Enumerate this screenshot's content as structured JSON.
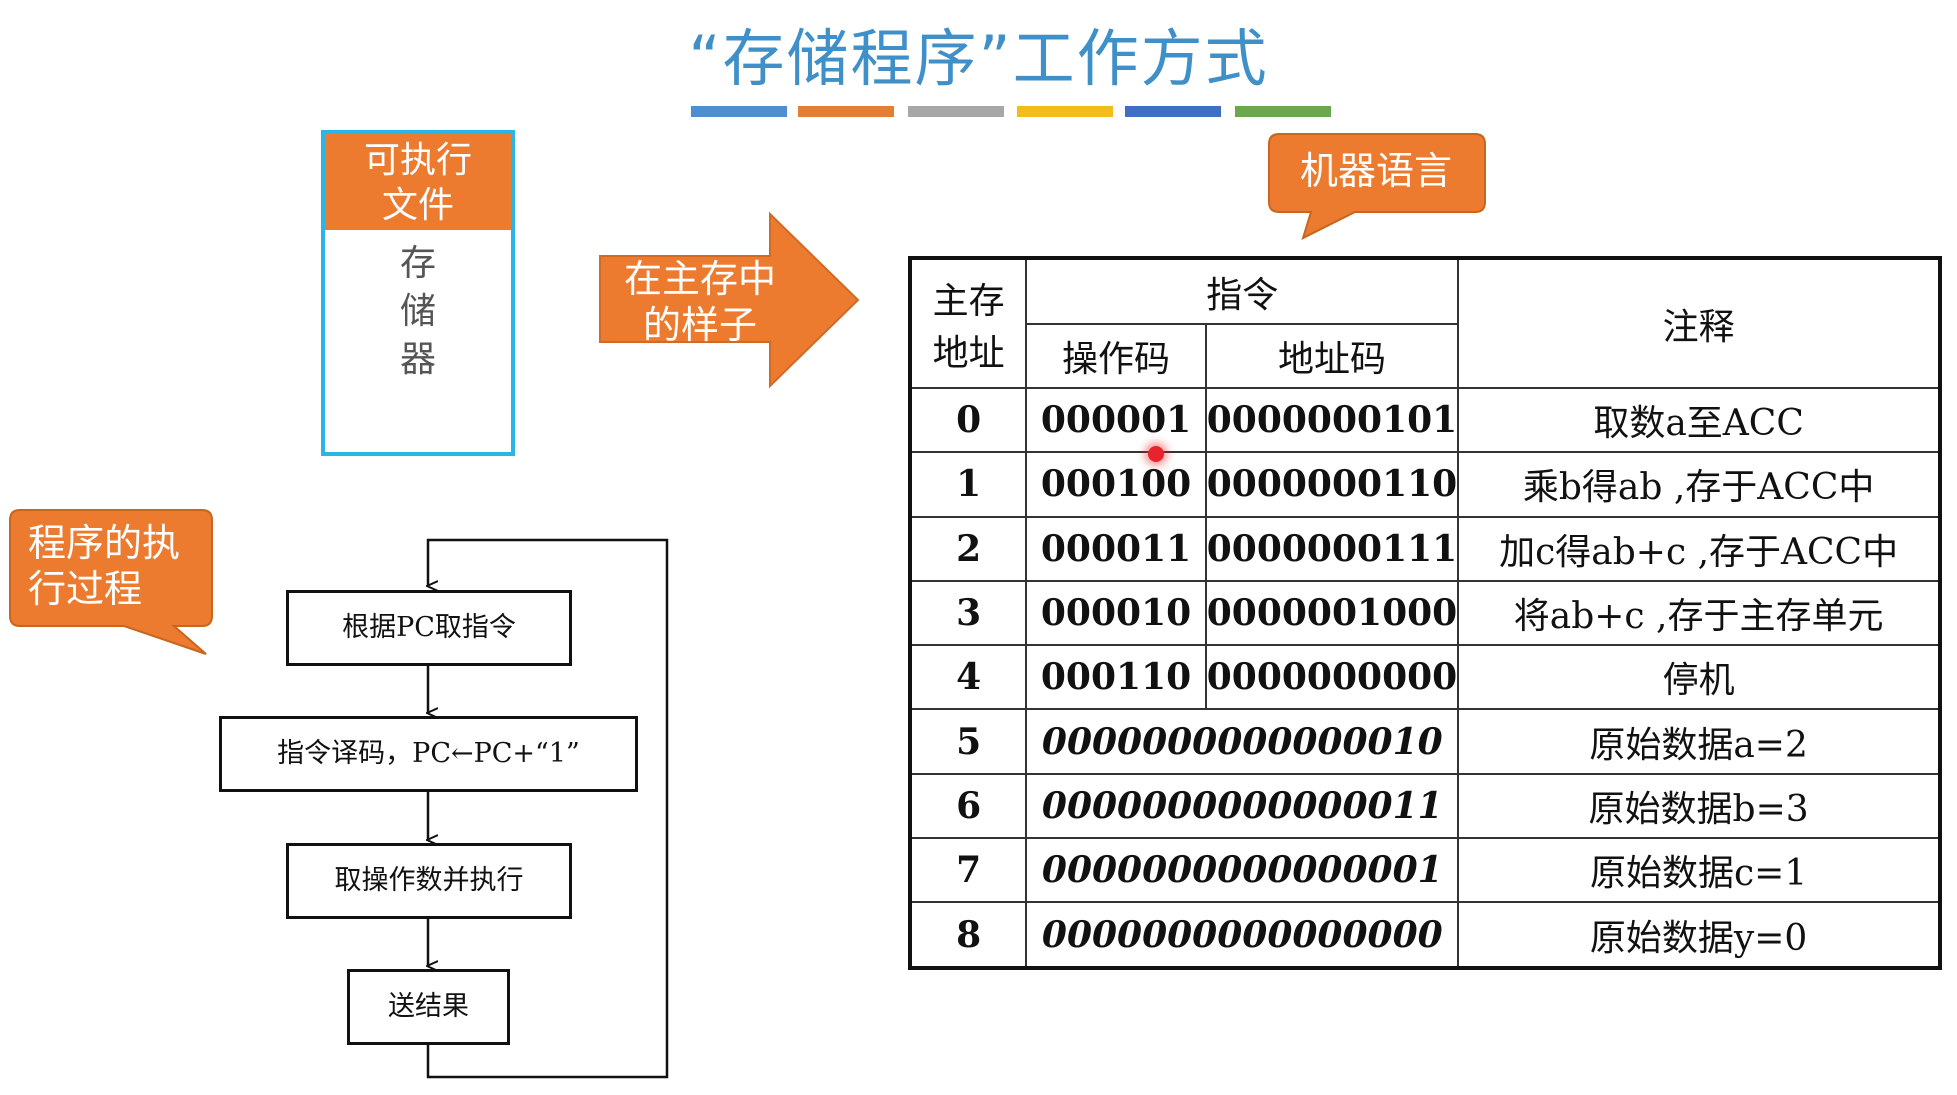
{
  "title": "“存储程序”工作方式",
  "color_bars": [
    "#4f8fd0",
    "#e57d34",
    "#a7a7a7",
    "#f2bd1a",
    "#3e6fc4",
    "#6aa84f"
  ],
  "memory": {
    "header_line1": "可执行",
    "header_line2": "文件",
    "chars": [
      "存",
      "储",
      "器"
    ]
  },
  "arrow_label_line1": "在主存中",
  "arrow_label_line2": "的样子",
  "callout_machine_language": "机器语言",
  "callout_process_line1": "程序的执",
  "callout_process_line2": "行过程",
  "flowchart": {
    "step1": "根据PC取指令",
    "step2": "指令译码，PC←PC+“1”",
    "step3": "取操作数并执行",
    "step4": "送结果"
  },
  "table": {
    "header_address_line1": "主存",
    "header_address_line2": "地址",
    "header_instruction": "指令",
    "header_opcode": "操作码",
    "header_addrcode": "地址码",
    "header_comment": "注释",
    "rows": [
      {
        "addr": "0",
        "op": "000001",
        "ad": "0000000101",
        "comment": "取数a至ACC"
      },
      {
        "addr": "1",
        "op": "000100",
        "ad": "0000000110",
        "comment": "乘b得ab ,存于ACC中"
      },
      {
        "addr": "2",
        "op": "000011",
        "ad": "0000000111",
        "comment": "加c得ab+c ,存于ACC中"
      },
      {
        "addr": "3",
        "op": "000010",
        "ad": "0000001000",
        "comment": "将ab+c ,存于主存单元"
      },
      {
        "addr": "4",
        "op": "000110",
        "ad": "0000000000",
        "comment": "停机"
      },
      {
        "addr": "5",
        "data": "0000000000000010",
        "comment": "原始数据a=2"
      },
      {
        "addr": "6",
        "data": "0000000000000011",
        "comment": "原始数据b=3"
      },
      {
        "addr": "7",
        "data": "0000000000000001",
        "comment": "原始数据c=1"
      },
      {
        "addr": "8",
        "data": "0000000000000000",
        "comment": "原始数据y=0"
      }
    ]
  }
}
